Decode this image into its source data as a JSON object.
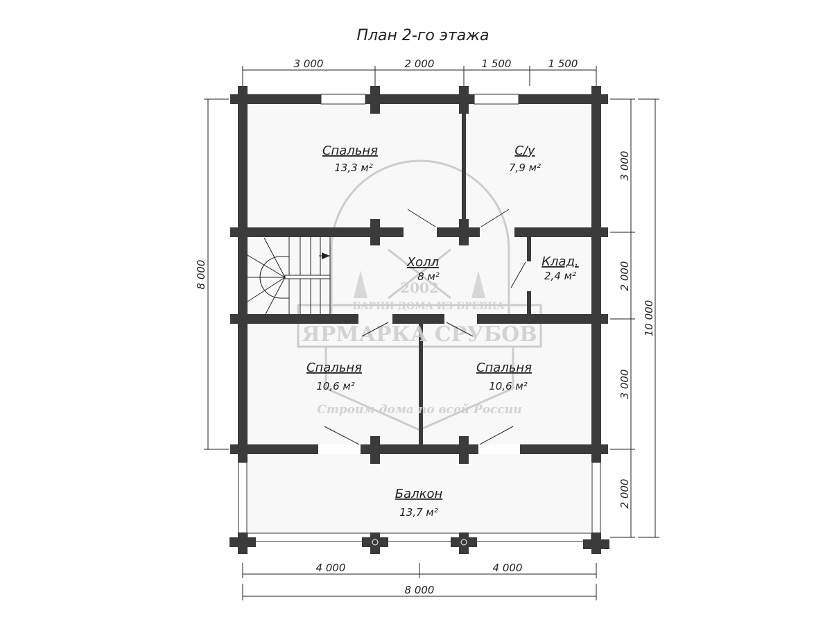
{
  "title": "План 2-го этажа",
  "dimensions": {
    "top": [
      "3 000",
      "2 000",
      "1 500",
      "1 500"
    ],
    "right_inner": [
      "3 000",
      "2 000",
      "3 000",
      "2 000"
    ],
    "right_total": "10 000",
    "left_total": "8 000",
    "bottom_inner": [
      "4 000",
      "4 000"
    ],
    "bottom_total": "8 000"
  },
  "rooms": [
    {
      "name": "Спальня",
      "area": "13,3 м²"
    },
    {
      "name": "С/у",
      "area": "7,9 м²"
    },
    {
      "name": "Холл",
      "area": "8 м²"
    },
    {
      "name": "Клад.",
      "area": "2,4 м²"
    },
    {
      "name": "Спальня",
      "area": "10,6 м²"
    },
    {
      "name": "Спальня",
      "area": "10,6 м²"
    },
    {
      "name": "Балкон",
      "area": "13,7 м²"
    }
  ],
  "watermark": {
    "arc_text": "БАРНИ ДОМА ИЗ БРЕВНА",
    "year": "2002",
    "brand": "ЯРМАРКА СРУБОВ",
    "slogan": "Строим дома по всей России"
  },
  "colors": {
    "wall": "#3b3b3b",
    "room": "#f8f8f8",
    "watermark": "#c8c8c8"
  }
}
